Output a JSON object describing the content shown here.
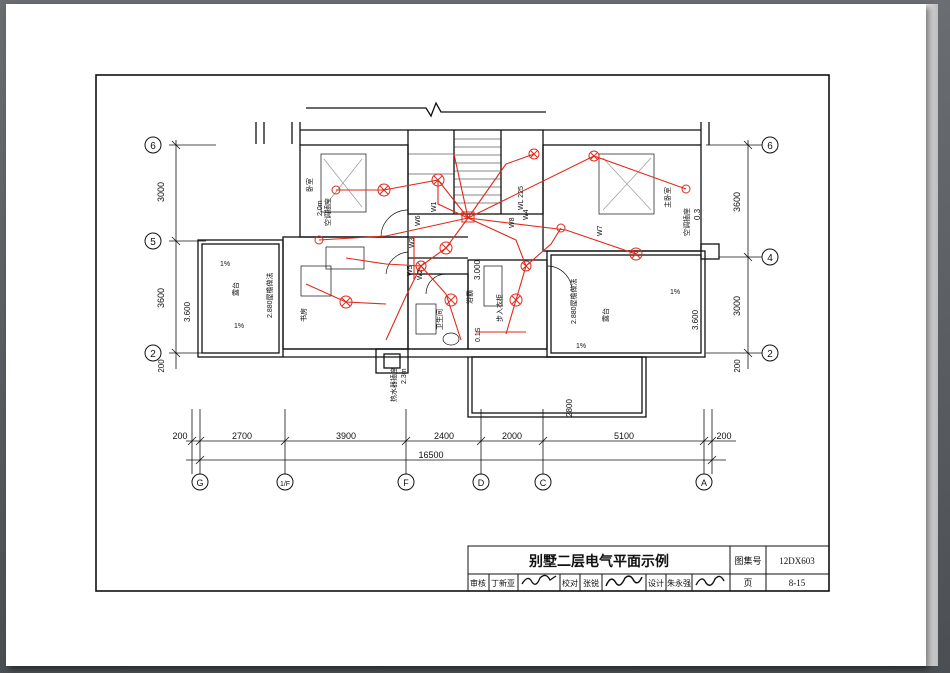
{
  "title_block": {
    "drawing_title": "别墅二层电气平面示例",
    "atlas_label": "图集号",
    "atlas_no": "12DX603",
    "page_label": "页",
    "page_no": "8-15",
    "review_label": "审核",
    "reviewer": "丁新亚",
    "check_label": "校对",
    "checker": "张锐",
    "design_label": "设计",
    "designer": "朱永强",
    "signature_images": [
      "reviewer-signature",
      "checker-signature",
      "designer-signature"
    ]
  },
  "axes": {
    "right_rows": [
      "6",
      "4",
      "2"
    ],
    "left_rows": [
      "6",
      "5",
      "2"
    ],
    "columns": [
      "G",
      "1/F",
      "F",
      "D",
      "C",
      "A"
    ]
  },
  "dimensions": {
    "bottom_segments": [
      "200",
      "2700",
      "3900",
      "2400",
      "2000",
      "5100",
      "200"
    ],
    "bottom_total": "16500",
    "left_vertical": [
      "3000",
      "3600",
      "200"
    ],
    "right_vertical": [
      "3600",
      "3000",
      "200"
    ],
    "balcony_depth": "2800"
  },
  "rooms": {
    "bedroom_left": "卧室",
    "bedroom_main": "主卧室",
    "study": "书房",
    "walkin_closet": "步入衣柜",
    "bath": "卫生间",
    "terrace": "露台",
    "balcony_left": "露台"
  },
  "annotations": {
    "ac_socket_left": "空调插座",
    "ac_height_left": "2.0m",
    "ac_socket_right": "空调插座",
    "ac_height_right": "0.3",
    "heater_socket": "热水器插座",
    "heater_height": "2.3m",
    "elev_left": "3.600",
    "elev_right": "3.600",
    "elev_center": "3.000",
    "elev_bath": "0.1S",
    "slope_left": "1%",
    "slope_left2": "1%",
    "slope_right": "1%",
    "slope_right2": "1%",
    "left_eave": "2.880屋檐做法",
    "right_eave": "2.880屋檐做法",
    "circuits": [
      "W1",
      "W2",
      "W3",
      "W4",
      "W5",
      "W6",
      "W7",
      "W8"
    ],
    "bath_heater": "浴霸",
    "switch_note": "WL 225"
  },
  "colors": {
    "wiring": "#e0291b",
    "line": "#111111",
    "page": "#ffffff",
    "viewer_bg": "#5f6368"
  }
}
